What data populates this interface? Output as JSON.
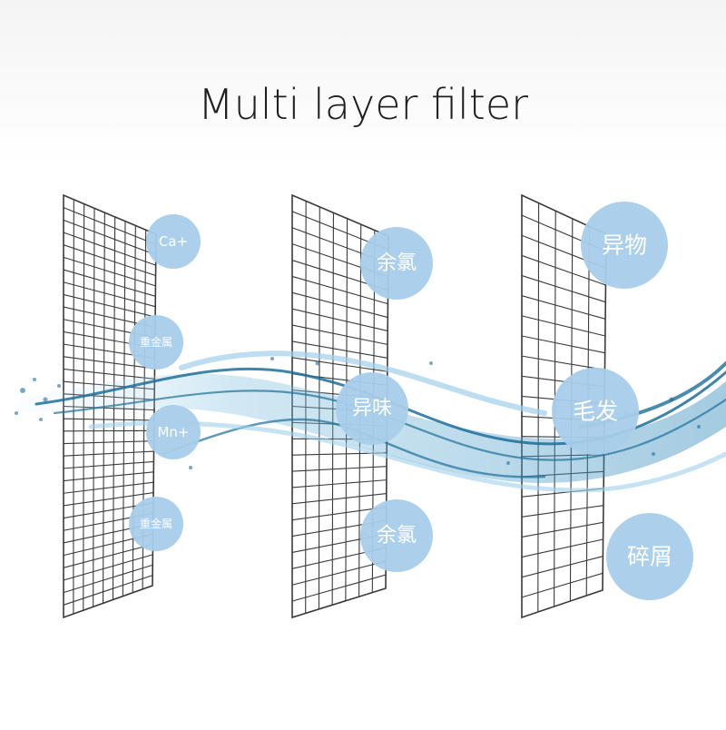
{
  "title": "Multi layer filter",
  "colors": {
    "bubble": "#a8cdea",
    "grid": "#3a3a3a",
    "water_dark": "#1d6f9a",
    "water_light": "#9fd0ea",
    "label": "#ffffff"
  },
  "layers": [
    {
      "name": "filter-layer-1",
      "labels": [
        "Ca+",
        "重金属",
        "Mn+",
        "重金属"
      ]
    },
    {
      "name": "filter-layer-2",
      "labels": [
        "余氯",
        "异味",
        "余氯"
      ]
    },
    {
      "name": "filter-layer-3",
      "labels": [
        "异物",
        "毛发",
        "碎屑"
      ]
    }
  ]
}
